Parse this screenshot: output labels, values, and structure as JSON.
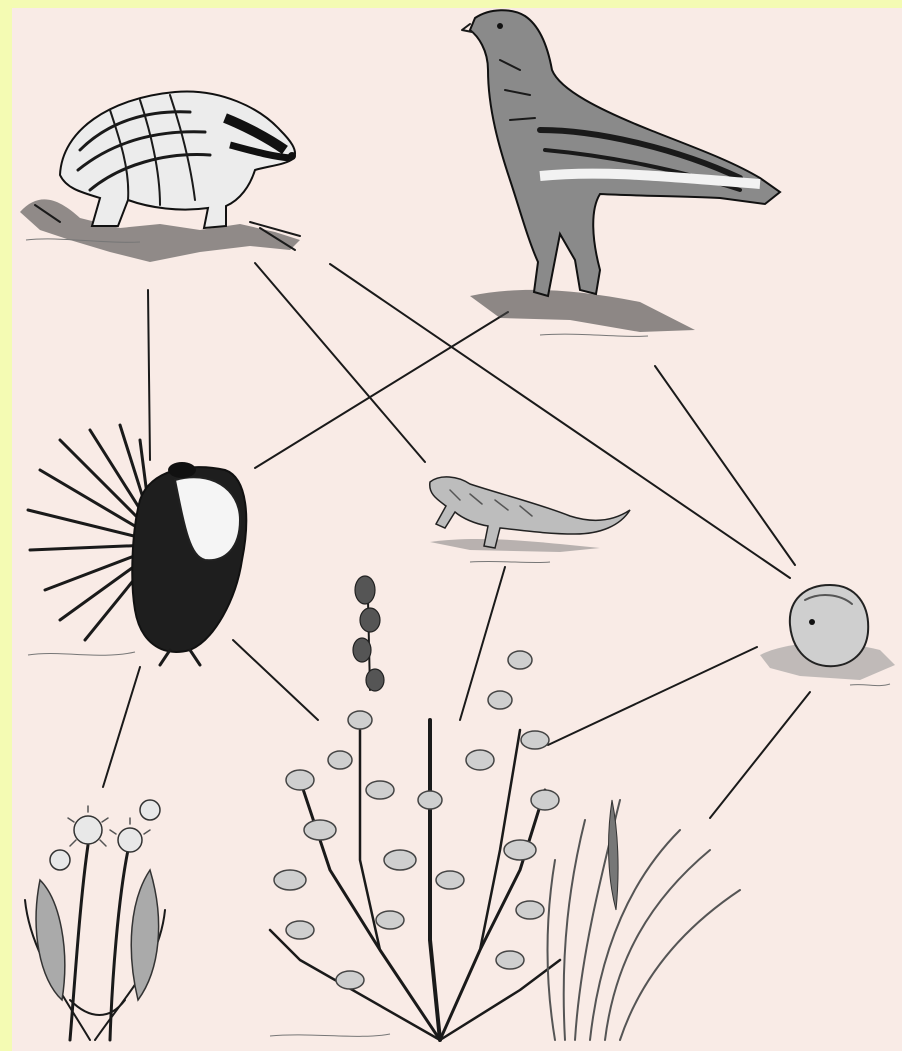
{
  "diagram": {
    "type": "food-web",
    "nodes": [
      {
        "id": "badger",
        "icon": "badger-icon"
      },
      {
        "id": "eagle",
        "icon": "eagle-icon"
      },
      {
        "id": "sage-grouse",
        "icon": "sage-grouse-icon"
      },
      {
        "id": "lizard",
        "icon": "lizard-icon"
      },
      {
        "id": "ground-squirrel",
        "icon": "ground-squirrel-icon"
      },
      {
        "id": "wildflower",
        "icon": "wildflower-icon"
      },
      {
        "id": "sagebrush",
        "icon": "sagebrush-icon"
      },
      {
        "id": "grass",
        "icon": "grass-icon"
      }
    ],
    "edges": [
      [
        "badger",
        "sage-grouse"
      ],
      [
        "badger",
        "lizard"
      ],
      [
        "badger",
        "ground-squirrel"
      ],
      [
        "eagle",
        "sage-grouse"
      ],
      [
        "eagle",
        "ground-squirrel"
      ],
      [
        "sage-grouse",
        "wildflower"
      ],
      [
        "sage-grouse",
        "sagebrush"
      ],
      [
        "lizard",
        "sagebrush"
      ],
      [
        "ground-squirrel",
        "sagebrush"
      ],
      [
        "ground-squirrel",
        "grass"
      ]
    ]
  },
  "colors": {
    "border": "#f4fbb3",
    "background": "#f9ebe6",
    "ink": "#1a1a1a"
  }
}
